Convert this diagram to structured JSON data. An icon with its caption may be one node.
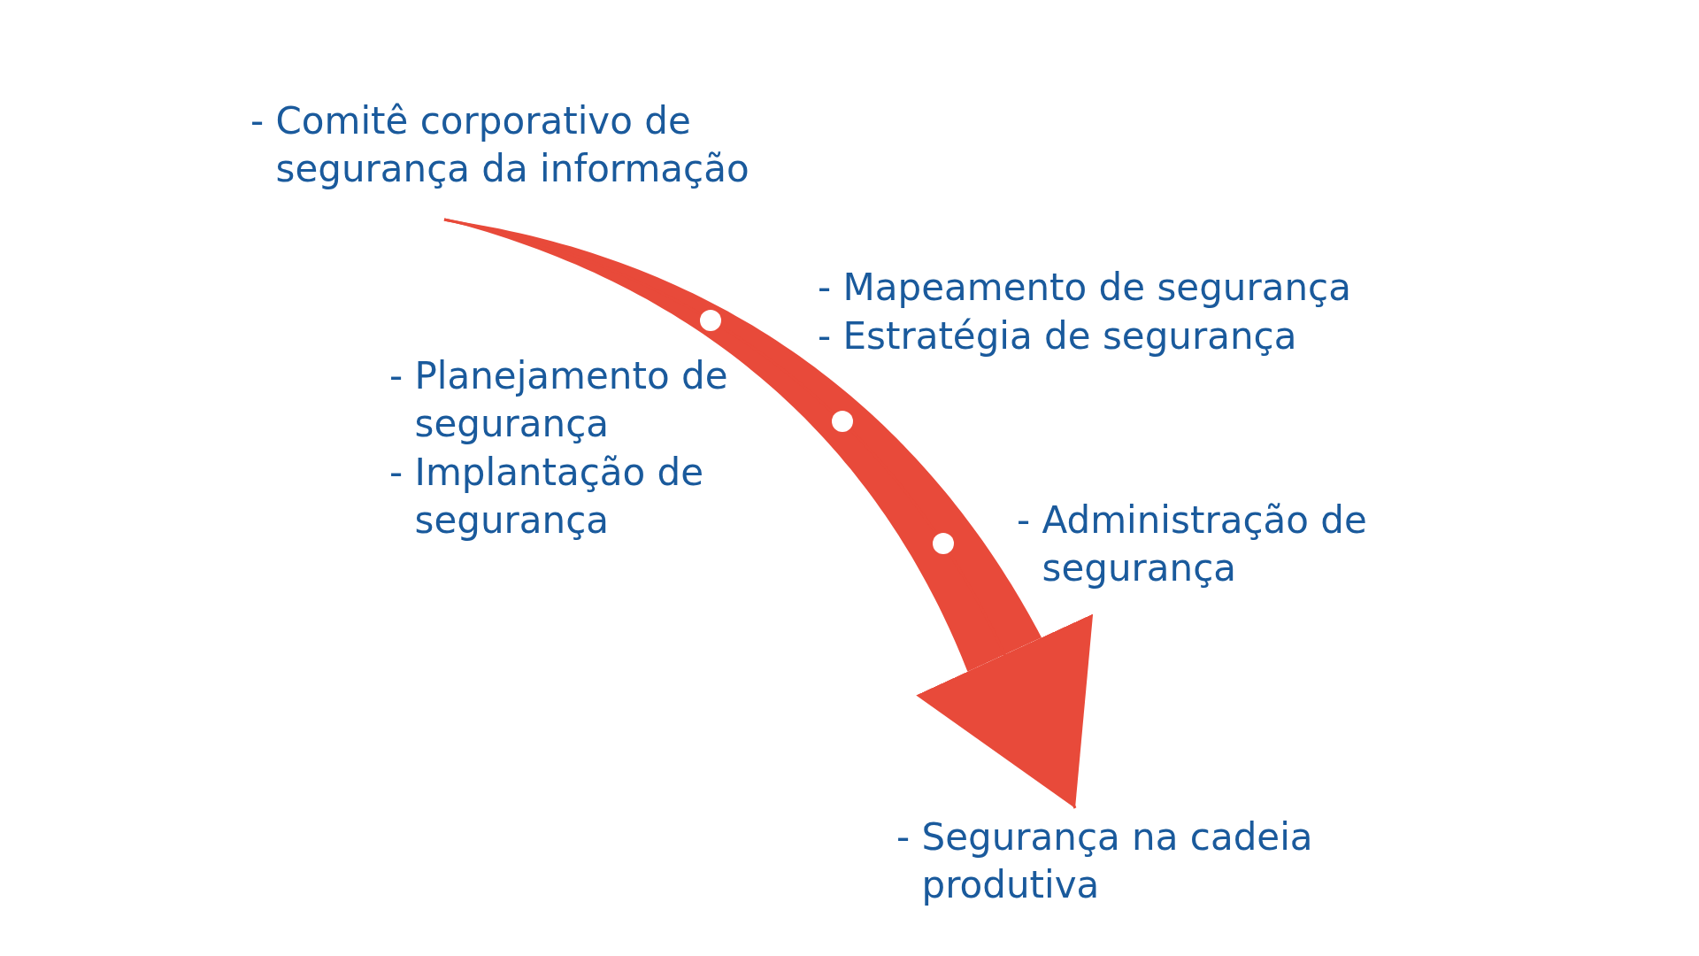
{
  "diagram": {
    "nodes": [
      {
        "text": [
          "- Comitê corporativo de segurança da informação"
        ]
      },
      {
        "text": [
          "- Segurança na cadeia produtiva"
        ]
      }
    ],
    "edges": [
      {
        "from": 0,
        "to": 1,
        "arrow": "to"
      }
    ],
    "labels": [
      "- Mapeamento de segurança",
      "- Estratégia de segurança",
      "- Planejamento de segurança",
      "- Implantação de segurança",
      "- Administração de segurança"
    ]
  }
}
